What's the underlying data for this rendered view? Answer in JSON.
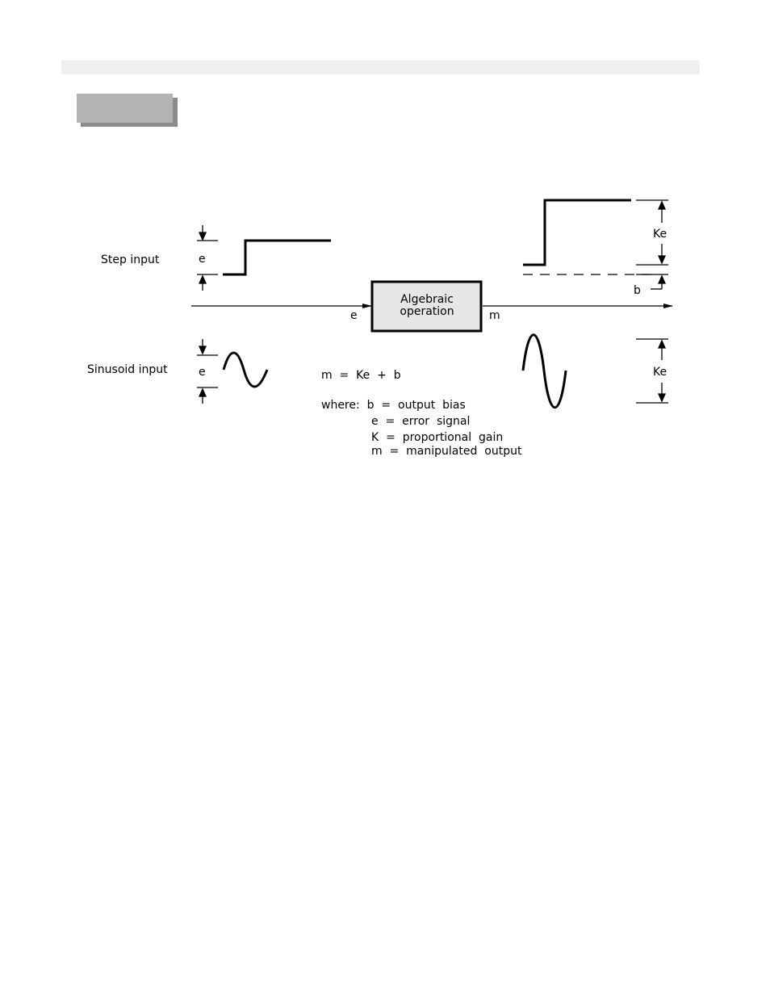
{
  "labels": {
    "step_input": "Step input",
    "sinusoid_input": "Sinusoid input",
    "e_step": "e",
    "e_sine": "e",
    "e_signal": "e",
    "m_signal": "m",
    "ke_step": "Ke",
    "ke_sine": "Ke",
    "b_bias": "b"
  },
  "block": {
    "line1": "Algebraic",
    "line2": "operation"
  },
  "equation": {
    "formula": "m  =  Ke  +  b",
    "where_1": "where:  b  =  output  bias",
    "where_2": "e  =  error  signal",
    "where_3": "K  =  proportional  gain",
    "where_4": "m  =  manipulated  output"
  },
  "colors": {
    "line": "#000000",
    "block_fill": "#e6e6e6",
    "header_bar": "#efefef",
    "tab_face": "#b3b3b3",
    "tab_shadow": "#8c8c8c"
  }
}
